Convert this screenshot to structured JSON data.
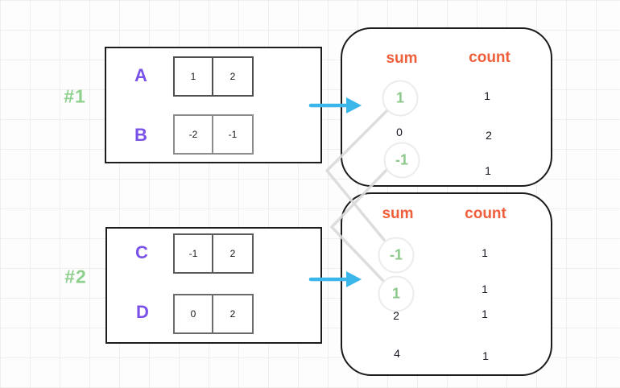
{
  "palette": {
    "purple_label": "#7a52e8",
    "green_tag": "#8ed08d",
    "green_sum": "#8cc98a",
    "orange_header": "#ef5f3b",
    "cyan_arrow": "#3ab7e8",
    "connector_gray": "#d9d9d9",
    "box_border": "#1d1d1d"
  },
  "groups": [
    {
      "tag": "#1",
      "rows": [
        {
          "label": "A",
          "values": [
            "1",
            "2"
          ]
        },
        {
          "label": "B",
          "values": [
            "-2",
            "-1"
          ]
        }
      ]
    },
    {
      "tag": "#2",
      "rows": [
        {
          "label": "C",
          "values": [
            "-1",
            "2"
          ]
        },
        {
          "label": "D",
          "values": [
            "0",
            "2"
          ]
        }
      ]
    }
  ],
  "tables": [
    {
      "headers": {
        "sum": "sum",
        "count": "count"
      },
      "rows": [
        {
          "sum": "1",
          "count": "1",
          "highlighted": true
        },
        {
          "sum": "0",
          "count": "2",
          "highlighted": false
        },
        {
          "sum": "-1",
          "count": "1",
          "highlighted": true
        }
      ]
    },
    {
      "headers": {
        "sum": "sum",
        "count": "count"
      },
      "rows": [
        {
          "sum": "-1",
          "count": "1",
          "highlighted": true
        },
        {
          "sum": "1",
          "count": "1",
          "highlighted": true
        },
        {
          "sum": "2",
          "count": "1",
          "highlighted": false
        },
        {
          "sum": "4",
          "count": "1",
          "highlighted": false
        }
      ]
    }
  ],
  "arrows": [
    {
      "from": "group-1",
      "to": "table-1"
    },
    {
      "from": "group-2",
      "to": "table-2"
    }
  ],
  "connections": [
    {
      "from": "table-1 sum 1",
      "to": "table-2 sum -1"
    },
    {
      "from": "table-1 sum -1",
      "to": "table-2 sum 1"
    }
  ]
}
